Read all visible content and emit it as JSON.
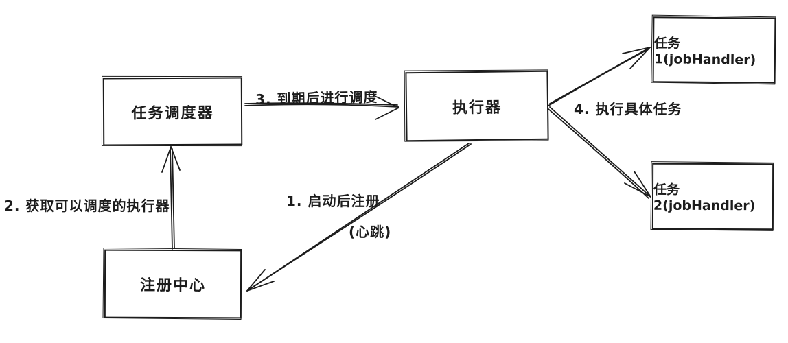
{
  "diagram": {
    "background_color": "#ffffff",
    "stroke_color": "#1c1c1c",
    "nodes": {
      "scheduler": {
        "label": "任务调度器"
      },
      "executor": {
        "label": "执行器"
      },
      "registry": {
        "label": "注册中心"
      },
      "task1": {
        "label": "任务1(jobHandler)"
      },
      "task2": {
        "label": "任务2(jobHandler)"
      }
    },
    "edges": {
      "schedule": {
        "label": "3. 到期后进行调度",
        "from": "scheduler",
        "to": "executor"
      },
      "execute": {
        "label": "4. 执行具体任务",
        "from": "executor",
        "to": "task1+task2"
      },
      "register": {
        "label": "1. 启动后注册",
        "sublabel": "(心跳)",
        "from": "executor",
        "to": "registry"
      },
      "fetch": {
        "label": "2. 获取可以调度的执行器",
        "from": "registry",
        "to": "scheduler"
      }
    }
  }
}
